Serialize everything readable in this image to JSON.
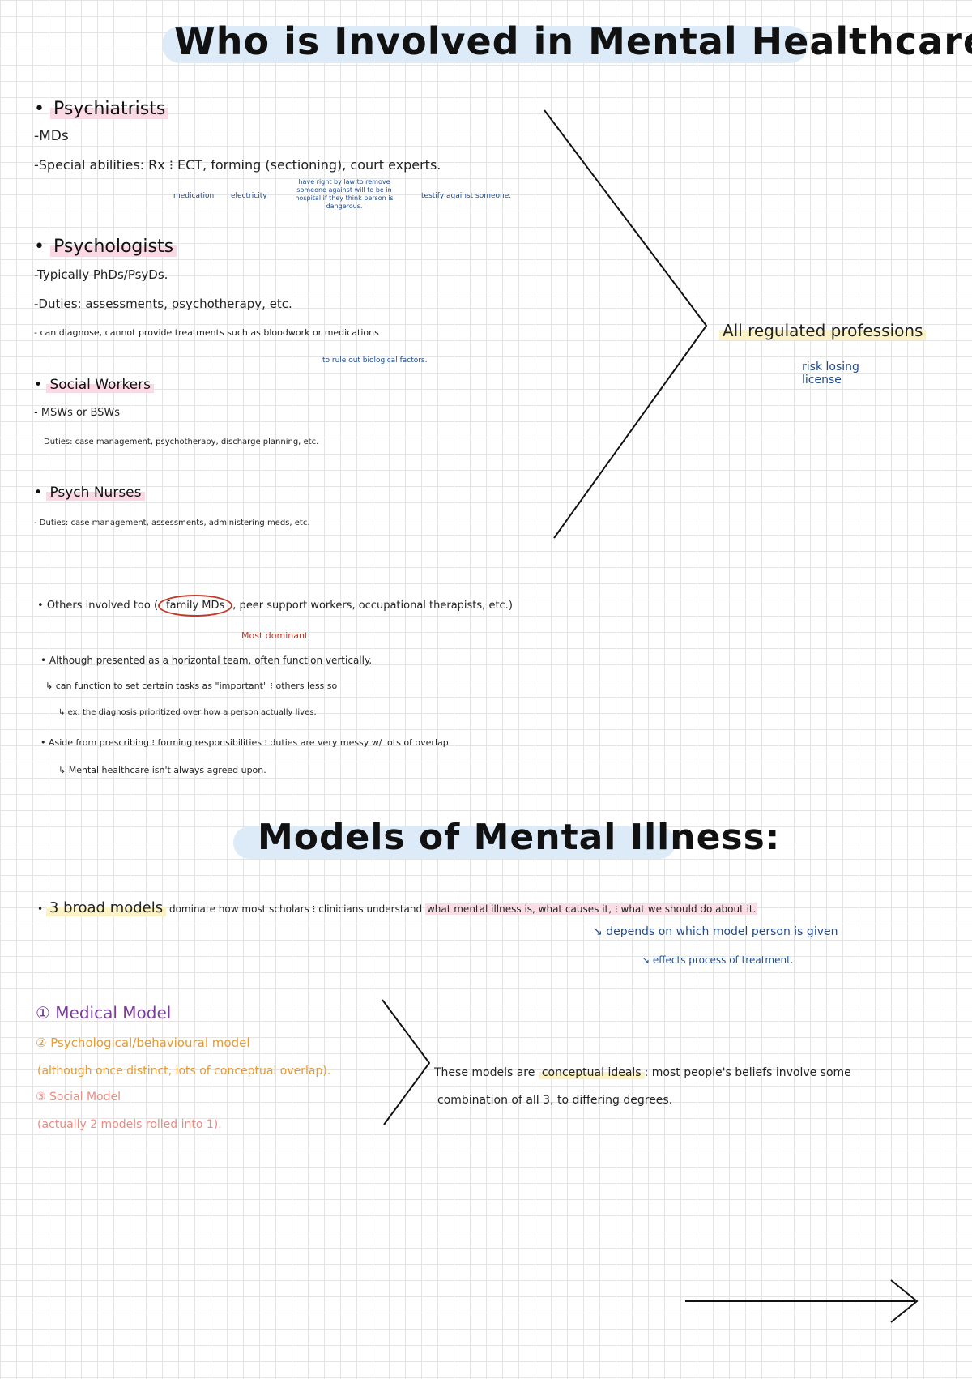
{
  "title": "Who is Involved in Mental Healthcare?",
  "psychiatrists": {
    "heading": "Psychiatrists",
    "line1": "-MDs",
    "line2": "-Special abilities: Rx ⁝ ECT, forming (sectioning), court experts.",
    "note_medication": "medication",
    "note_electricity": "electricity",
    "note_forming": "have right by law to remove someone against will to be in hospital if they think person is dangerous.",
    "note_court": "testify against someone."
  },
  "psychologists": {
    "heading": "Psychologists",
    "line1": "-Typically PhDs/PsyDs.",
    "line2": "-Duties: assessments, psychotherapy, etc.",
    "line3": "- can diagnose, cannot provide treatments such as bloodwork or medications",
    "note": "to rule out biological factors."
  },
  "social_workers": {
    "heading": "Social Workers",
    "line1": "- MSWs or BSWs",
    "line2": "Duties: case management, psychotherapy, discharge planning, etc."
  },
  "psych_nurses": {
    "heading": "Psych Nurses",
    "line1": "Duties: case management, assessments, administering meds, etc."
  },
  "regulated": {
    "label": "All regulated professions",
    "note": "risk losing license"
  },
  "others": {
    "line_start": "Others involved too (",
    "circled": "family MDs",
    "line_end": ", peer support workers, occupational therapists, etc.)",
    "note": "Most dominant"
  },
  "bullets": {
    "b1": "Although presented as a horizontal team, often function vertically.",
    "b1a": "can function to set certain tasks as \"important\" ⁝ others less so",
    "b1b": "ex: the diagnosis prioritized over how a person actually lives.",
    "b2": "Aside from prescribing ⁝ forming responsibilities ⁝ duties are very messy w/ lots of overlap.",
    "b2a": "Mental healthcare isn't always agreed upon."
  },
  "title2": "Models of Mental Illness:",
  "broad": {
    "p1": "3 broad models",
    "p2": " dominate how most scholars ⁝ clinicians understand ",
    "p3": "what mental illness is, what causes it, ⁝ what we should do about it.",
    "note1": "depends on which model person is given",
    "note2": "effects process of treatment."
  },
  "models": {
    "m1": "① Medical Model",
    "m2": "② Psychological/behavioural model",
    "m2note": "(although once distinct, lots of conceptual overlap).",
    "m3": "③ Social Model",
    "m3note": "(actually 2 models rolled into 1).",
    "conclusion_a": "These models are ",
    "conclusion_b": "conceptual ideals",
    "conclusion_c": ": most people's beliefs involve some",
    "conclusion_d": "combination of all 3, to differing degrees."
  }
}
